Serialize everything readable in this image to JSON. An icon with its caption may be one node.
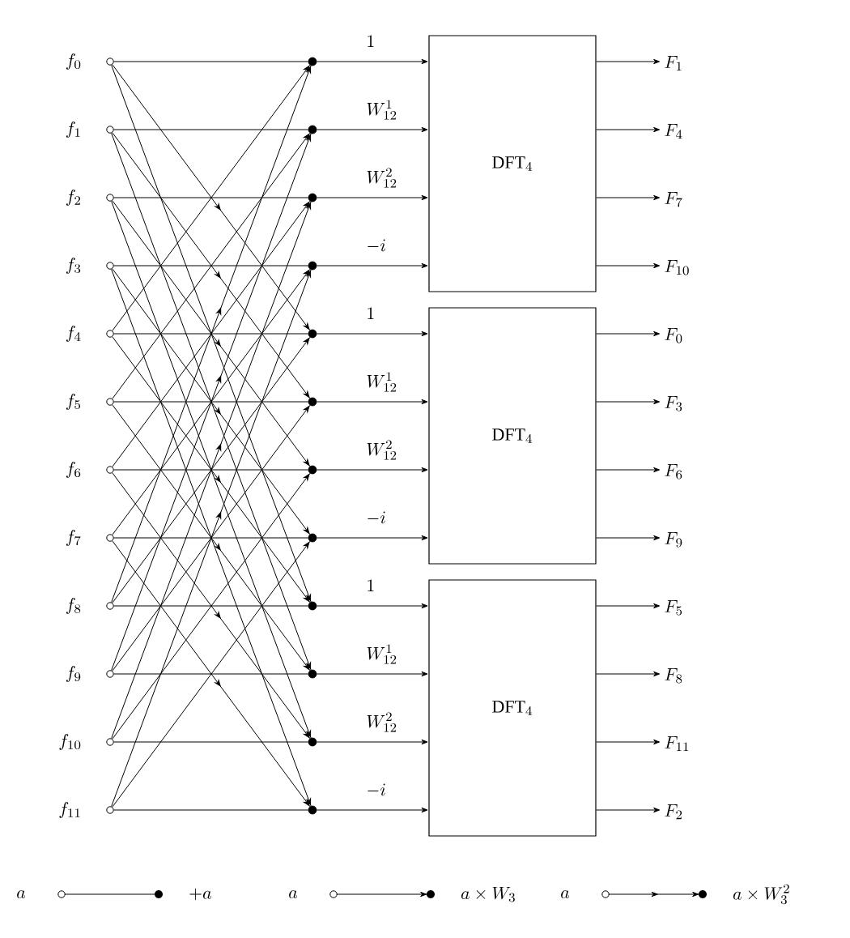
{
  "diagram": {
    "nodes": [
      {
        "text": [],
        "shape": "circle",
        "beside": [
          "f_{0}"
        ]
      },
      {
        "text": [],
        "shape": "circle",
        "beside": [
          "f_{1}"
        ]
      },
      {
        "text": [],
        "shape": "circle",
        "beside": [
          "f_{2}"
        ]
      },
      {
        "text": [],
        "shape": "circle",
        "beside": [
          "f_{3}"
        ]
      },
      {
        "text": [],
        "shape": "circle",
        "beside": [
          "f_{4}"
        ]
      },
      {
        "text": [],
        "shape": "circle",
        "beside": [
          "f_{5}"
        ]
      },
      {
        "text": [],
        "shape": "circle",
        "beside": [
          "f_{6}"
        ]
      },
      {
        "text": [],
        "shape": "circle",
        "beside": [
          "f_{7}"
        ]
      },
      {
        "text": [],
        "shape": "circle",
        "beside": [
          "f_{8}"
        ]
      },
      {
        "text": [],
        "shape": "circle",
        "beside": [
          "f_{9}"
        ]
      },
      {
        "text": [],
        "shape": "circle",
        "beside": [
          "f_{10}"
        ]
      },
      {
        "text": [],
        "shape": "circle",
        "beside": [
          "f_{11}"
        ]
      },
      {
        "text": [],
        "shape": "circle"
      },
      {
        "text": [],
        "shape": "circle"
      },
      {
        "text": [],
        "shape": "circle"
      },
      {
        "text": [],
        "shape": "circle"
      },
      {
        "text": [],
        "shape": "circle"
      },
      {
        "text": [],
        "shape": "circle"
      },
      {
        "text": [],
        "shape": "circle"
      },
      {
        "text": [],
        "shape": "circle"
      },
      {
        "text": [],
        "shape": "circle"
      },
      {
        "text": [],
        "shape": "circle"
      },
      {
        "text": [],
        "shape": "circle"
      },
      {
        "text": [],
        "shape": "circle"
      },
      {
        "text": [
          "\\mathrm{DFT}_{4}"
        ]
      },
      {
        "text": [
          "\\mathrm{DFT}_{4}"
        ]
      },
      {
        "text": [
          "\\mathrm{DFT}_{4}"
        ]
      },
      {
        "text": [
          "F_{1}"
        ]
      },
      {
        "text": [
          "F_{4}"
        ]
      },
      {
        "text": [
          "F_{7}"
        ]
      },
      {
        "text": [
          "F_{10}"
        ]
      },
      {
        "text": [
          "F_{0}"
        ]
      },
      {
        "text": [
          "F_{3}"
        ]
      },
      {
        "text": [
          "F_{6}"
        ]
      },
      {
        "text": [
          "F_{9}"
        ]
      },
      {
        "text": [
          "F_{5}"
        ]
      },
      {
        "text": [
          "F_{8}"
        ]
      },
      {
        "text": [
          "F_{11}"
        ]
      },
      {
        "text": [
          "F_{2}"
        ]
      }
    ],
    "edges": [
      {
        "from": 0,
        "to": 12,
        "arrow": "none"
      },
      {
        "from": 4,
        "to": 12,
        "arrow": "to"
      },
      {
        "from": 8,
        "to": 12,
        "arrow": "to"
      },
      {
        "from": 1,
        "to": 13,
        "arrow": "none"
      },
      {
        "from": 5,
        "to": 13,
        "arrow": "to"
      },
      {
        "from": 9,
        "to": 13,
        "arrow": "to"
      },
      {
        "from": 2,
        "to": 14,
        "arrow": "none"
      },
      {
        "from": 6,
        "to": 14,
        "arrow": "to"
      },
      {
        "from": 10,
        "to": 14,
        "arrow": "to"
      },
      {
        "from": 3,
        "to": 15,
        "arrow": "none"
      },
      {
        "from": 7,
        "to": 15,
        "arrow": "to"
      },
      {
        "from": 11,
        "to": 15,
        "arrow": "to"
      },
      {
        "from": 0,
        "to": 16,
        "arrow": "to"
      },
      {
        "from": 4,
        "to": 16,
        "arrow": "none"
      },
      {
        "from": 8,
        "to": 16,
        "arrow": "to"
      },
      {
        "from": 1,
        "to": 17,
        "arrow": "to"
      },
      {
        "from": 5,
        "to": 17,
        "arrow": "none"
      },
      {
        "from": 9,
        "to": 17,
        "arrow": "to"
      },
      {
        "from": 2,
        "to": 18,
        "arrow": "to"
      },
      {
        "from": 6,
        "to": 18,
        "arrow": "none"
      },
      {
        "from": 10,
        "to": 18,
        "arrow": "to"
      },
      {
        "from": 3,
        "to": 19,
        "arrow": "to"
      },
      {
        "from": 7,
        "to": 19,
        "arrow": "none"
      },
      {
        "from": 11,
        "to": 19,
        "arrow": "to"
      },
      {
        "from": 0,
        "to": 20,
        "arrow": "to"
      },
      {
        "from": 4,
        "to": 20,
        "arrow": "to"
      },
      {
        "from": 8,
        "to": 20,
        "arrow": "none"
      },
      {
        "from": 1,
        "to": 21,
        "arrow": "to"
      },
      {
        "from": 5,
        "to": 21,
        "arrow": "to"
      },
      {
        "from": 9,
        "to": 21,
        "arrow": "none"
      },
      {
        "from": 2,
        "to": 22,
        "arrow": "to"
      },
      {
        "from": 6,
        "to": 22,
        "arrow": "to"
      },
      {
        "from": 10,
        "to": 22,
        "arrow": "none"
      },
      {
        "from": 3,
        "to": 23,
        "arrow": "to"
      },
      {
        "from": 7,
        "to": 23,
        "arrow": "to"
      },
      {
        "from": 11,
        "to": 23,
        "arrow": "none"
      },
      {
        "from": 12,
        "to": 24,
        "arrow": "to",
        "label": "1"
      },
      {
        "from": 13,
        "to": 24,
        "arrow": "to",
        "label": "W_{12}^{1}"
      },
      {
        "from": 14,
        "to": 24,
        "arrow": "to",
        "label": "W_{12}^{2}"
      },
      {
        "from": 15,
        "to": 24,
        "arrow": "to",
        "label": "-i"
      },
      {
        "from": 16,
        "to": 25,
        "arrow": "to",
        "label": "1"
      },
      {
        "from": 17,
        "to": 25,
        "arrow": "to",
        "label": "W_{12}^{1}"
      },
      {
        "from": 18,
        "to": 25,
        "arrow": "to",
        "label": "W_{12}^{2}"
      },
      {
        "from": 19,
        "to": 25,
        "arrow": "to",
        "label": "-i"
      },
      {
        "from": 20,
        "to": 26,
        "arrow": "to",
        "label": "1"
      },
      {
        "from": 21,
        "to": 26,
        "arrow": "to",
        "label": "W_{12}^{1}"
      },
      {
        "from": 22,
        "to": 26,
        "arrow": "to",
        "label": "W_{12}^{2}"
      },
      {
        "from": 23,
        "to": 26,
        "arrow": "to",
        "label": "-i"
      },
      {
        "from": 24,
        "to": 27,
        "arrow": "to"
      },
      {
        "from": 24,
        "to": 28,
        "arrow": "to"
      },
      {
        "from": 24,
        "to": 29,
        "arrow": "to"
      },
      {
        "from": 24,
        "to": 30,
        "arrow": "to"
      },
      {
        "from": 25,
        "to": 31,
        "arrow": "to"
      },
      {
        "from": 25,
        "to": 32,
        "arrow": "to"
      },
      {
        "from": 25,
        "to": 33,
        "arrow": "to"
      },
      {
        "from": 25,
        "to": 34,
        "arrow": "to"
      },
      {
        "from": 26,
        "to": 35,
        "arrow": "to"
      },
      {
        "from": 26,
        "to": 36,
        "arrow": "to"
      },
      {
        "from": 26,
        "to": 37,
        "arrow": "to"
      },
      {
        "from": 26,
        "to": 38,
        "arrow": "to"
      }
    ],
    "labels": [
      "a",
      "a",
      "a"
    ],
    "legend": [
      {
        "text": "+a"
      },
      {
        "text": "a \\times W_{3}"
      },
      {
        "text": "a \\times W_{3}^{2}"
      }
    ]
  }
}
